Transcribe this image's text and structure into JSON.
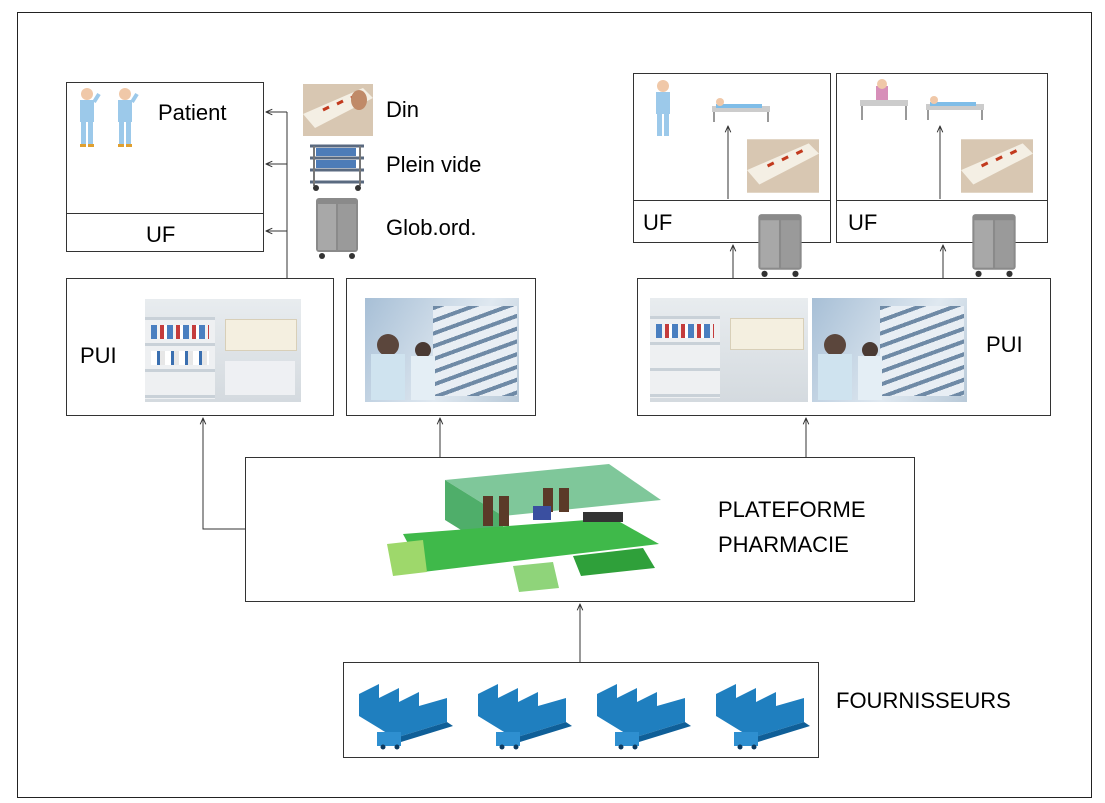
{
  "labels": {
    "patient": "Patient",
    "uf_left": "UF",
    "uf_mid": "UF",
    "uf_right": "UF",
    "pui_left": "PUI",
    "pui_right": "PUI",
    "din": "Din",
    "plein_vide": "Plein vide",
    "glob_ord": "Glob.ord.",
    "plateforme_line1": "PLATEFORME",
    "plateforme_line2": "PHARMACIE",
    "fournisseurs": "FOURNISSEURS"
  },
  "legend_icons": [
    "pill-tray-icon",
    "medication-cart-icon",
    "cabinet-trolley-icon"
  ],
  "colors": {
    "patient_blue": "#9cc9ea",
    "platform_green": "#3fb94a",
    "factory_blue": "#1f7fbf",
    "cabinet_grey": "#8a8a8a"
  }
}
